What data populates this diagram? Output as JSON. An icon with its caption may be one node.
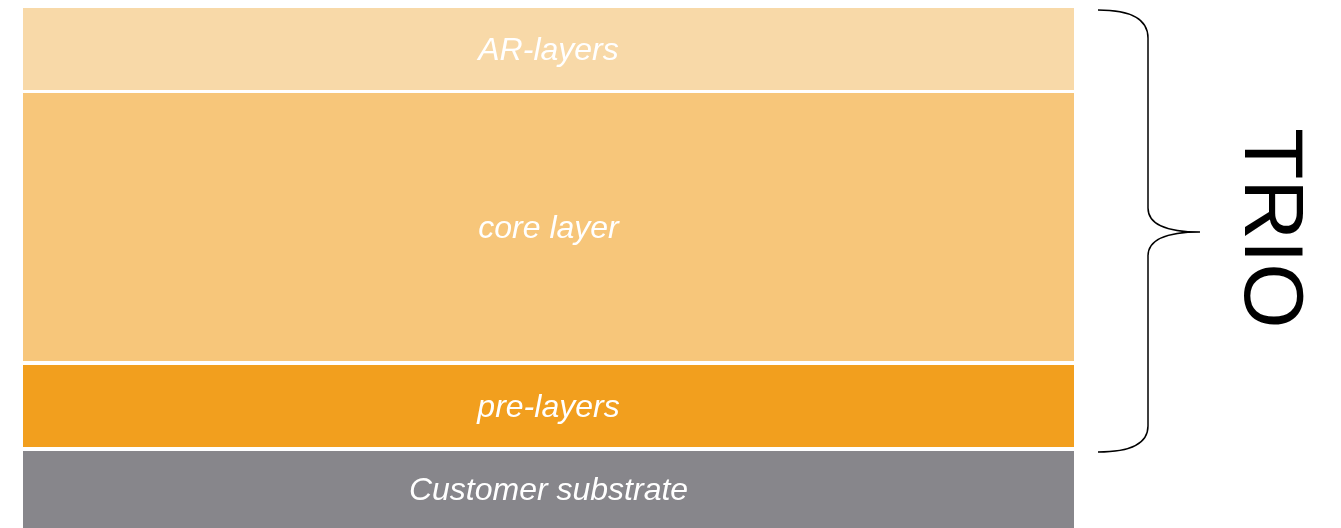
{
  "diagram": {
    "nodes": [
      {
        "text": [
          "AR-layers"
        ]
      },
      {
        "text": [
          "core layer"
        ]
      },
      {
        "text": [
          "pre-layers"
        ]
      },
      {
        "text": [
          "Customer substrate"
        ]
      }
    ],
    "labels": [
      "TRIO"
    ]
  }
}
